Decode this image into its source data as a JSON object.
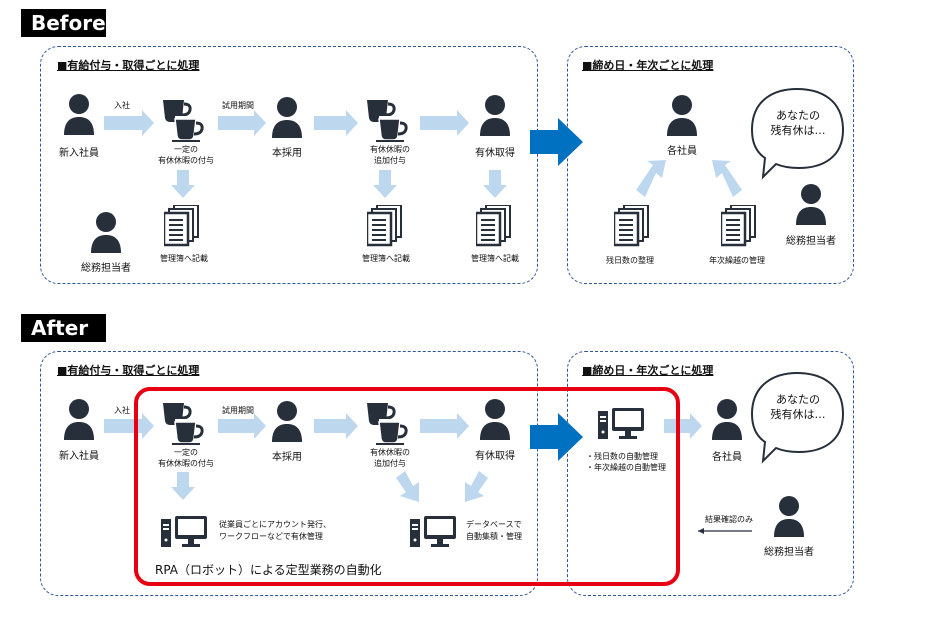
{
  "before": {
    "header": "Before",
    "left_title": "■有給付与・取得ごとに処理",
    "right_title": "■締め日・年次ごとに処理",
    "persons": {
      "new_hire": "新入社員",
      "regular_hire": "本採用",
      "leave_taken": "有休取得",
      "general_affairs": "総務担当者",
      "each_employee": "各社員",
      "general_affairs_right": "総務担当者"
    },
    "arrow_labels": {
      "joined": "入社",
      "probation": "試用期間"
    },
    "cup_labels": {
      "grant_1": "一定の",
      "grant_2": "有休休暇の付与",
      "additional_1": "有休休暇の",
      "additional_2": "追加付与"
    },
    "doc_labels": {
      "ledger_1": "管理簿へ記載",
      "ledger_2": "管理簿へ記載",
      "ledger_3": "管理簿へ記載",
      "remaining": "残日数の整理",
      "carryover": "年次繰越の管理"
    },
    "bubble": {
      "line1": "あなたの",
      "line2": "残有休は…"
    }
  },
  "after": {
    "header": "After",
    "left_title": "■有給付与・取得ごとに処理",
    "right_title": "■締め日・年次ごとに処理",
    "persons": {
      "new_hire": "新入社員",
      "regular_hire": "本採用",
      "leave_taken": "有休取得",
      "each_employee": "各社員",
      "general_affairs": "総務担当者"
    },
    "arrow_labels": {
      "joined": "入社",
      "probation": "試用期間",
      "check_only": "結果確認のみ"
    },
    "cup_labels": {
      "grant_1": "一定の",
      "grant_2": "有休休暇の付与",
      "additional_1": "有休休暇の",
      "additional_2": "追加付与"
    },
    "pc_labels": {
      "account_1": "従業員ごとにアカウント発行、",
      "account_2": "ワークフローなどで有休管理",
      "database_1": "データベースで",
      "database_2": "自動集積・管理",
      "auto_1": "・残日数の自動管理",
      "auto_2": "・年次繰越の自動管理"
    },
    "rpa_label": "RPA（ロボット）による定型業務の自動化",
    "bubble": {
      "line1": "あなたの",
      "line2": "残有休は…"
    }
  },
  "colors": {
    "light_arrow": "#bdd7ee",
    "big_arrow": "#0070c0",
    "panel_border": "#2f5597",
    "icon": "#262f3a",
    "rpa_frame": "#e60012"
  }
}
